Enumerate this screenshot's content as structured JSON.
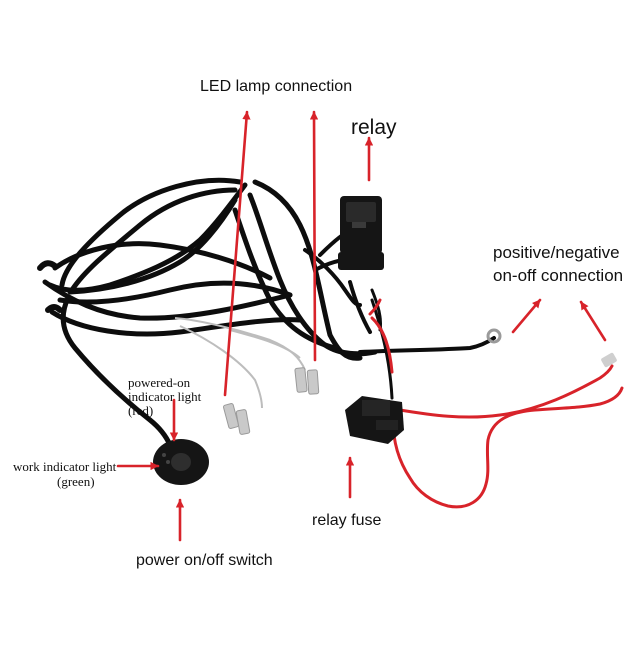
{
  "colors": {
    "wire": "#0d0d0d",
    "red_wire": "#d8232a",
    "arrow": "#d8232a",
    "plastic": "#151515",
    "terminal": "#c9c9c9"
  },
  "labels": {
    "led_lamp": "LED lamp connection",
    "relay": "relay",
    "pos_neg_line1": "positive/negative",
    "pos_neg_line2": "on-off connection",
    "powered_on_line1": "powered-on",
    "powered_on_line2": "indicator light",
    "powered_on_line3": "(red)",
    "work_line1": "work indicator light",
    "work_line2": "(green)",
    "relay_fuse": "relay fuse",
    "power_switch": "power on/off switch"
  }
}
